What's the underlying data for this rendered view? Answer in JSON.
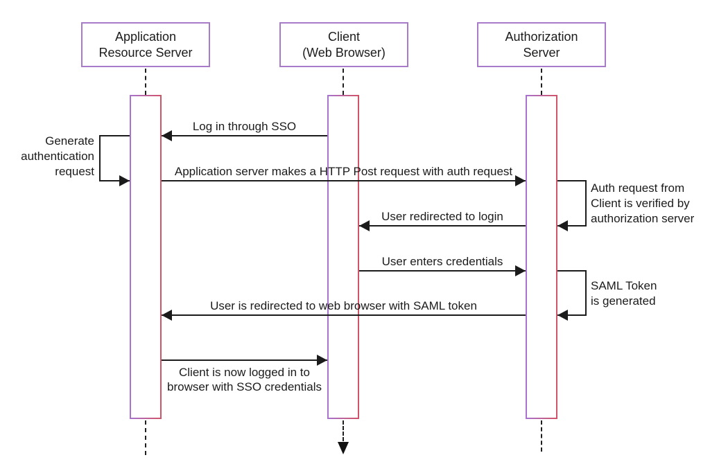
{
  "participants": [
    {
      "label": "Application\nResource Server"
    },
    {
      "label": "Client\n(Web Browser)"
    },
    {
      "label": "Authorization\nServer"
    }
  ],
  "messages": [
    {
      "label": "Log in through SSO",
      "from": "Client (Web Browser)",
      "to": "Application Resource Server",
      "direction": "left"
    },
    {
      "label": "Application server makes a HTTP Post request with auth request",
      "from": "Application Resource Server",
      "to": "Authorization Server",
      "direction": "right"
    },
    {
      "label": "User redirected to login",
      "from": "Authorization Server",
      "to": "Client (Web Browser)",
      "direction": "left"
    },
    {
      "label": "User enters credentials",
      "from": "Client (Web Browser)",
      "to": "Authorization Server",
      "direction": "right"
    },
    {
      "label": "User is redirected to web browser with SAML token",
      "from": "Authorization Server",
      "to": "Application Resource Server",
      "direction": "left"
    },
    {
      "label": "Client is now logged in to\nbrowser with SSO credentials",
      "from": "Application Resource Server",
      "to": "Client (Web Browser)",
      "direction": "right"
    }
  ],
  "self_messages": [
    {
      "label": "Generate\nauthentication\nrequest",
      "side": "left"
    },
    {
      "label": "Auth request from\nClient is verified by\nauthorization server",
      "side": "right"
    },
    {
      "label": "SAML Token\nis generated",
      "side": "right"
    }
  ],
  "colors": {
    "participant_border": "#a77bc9",
    "activation_border_start": "#a873ce",
    "activation_border_end": "#d05368",
    "line": "#1b1b1b",
    "background": "#ffffff"
  }
}
